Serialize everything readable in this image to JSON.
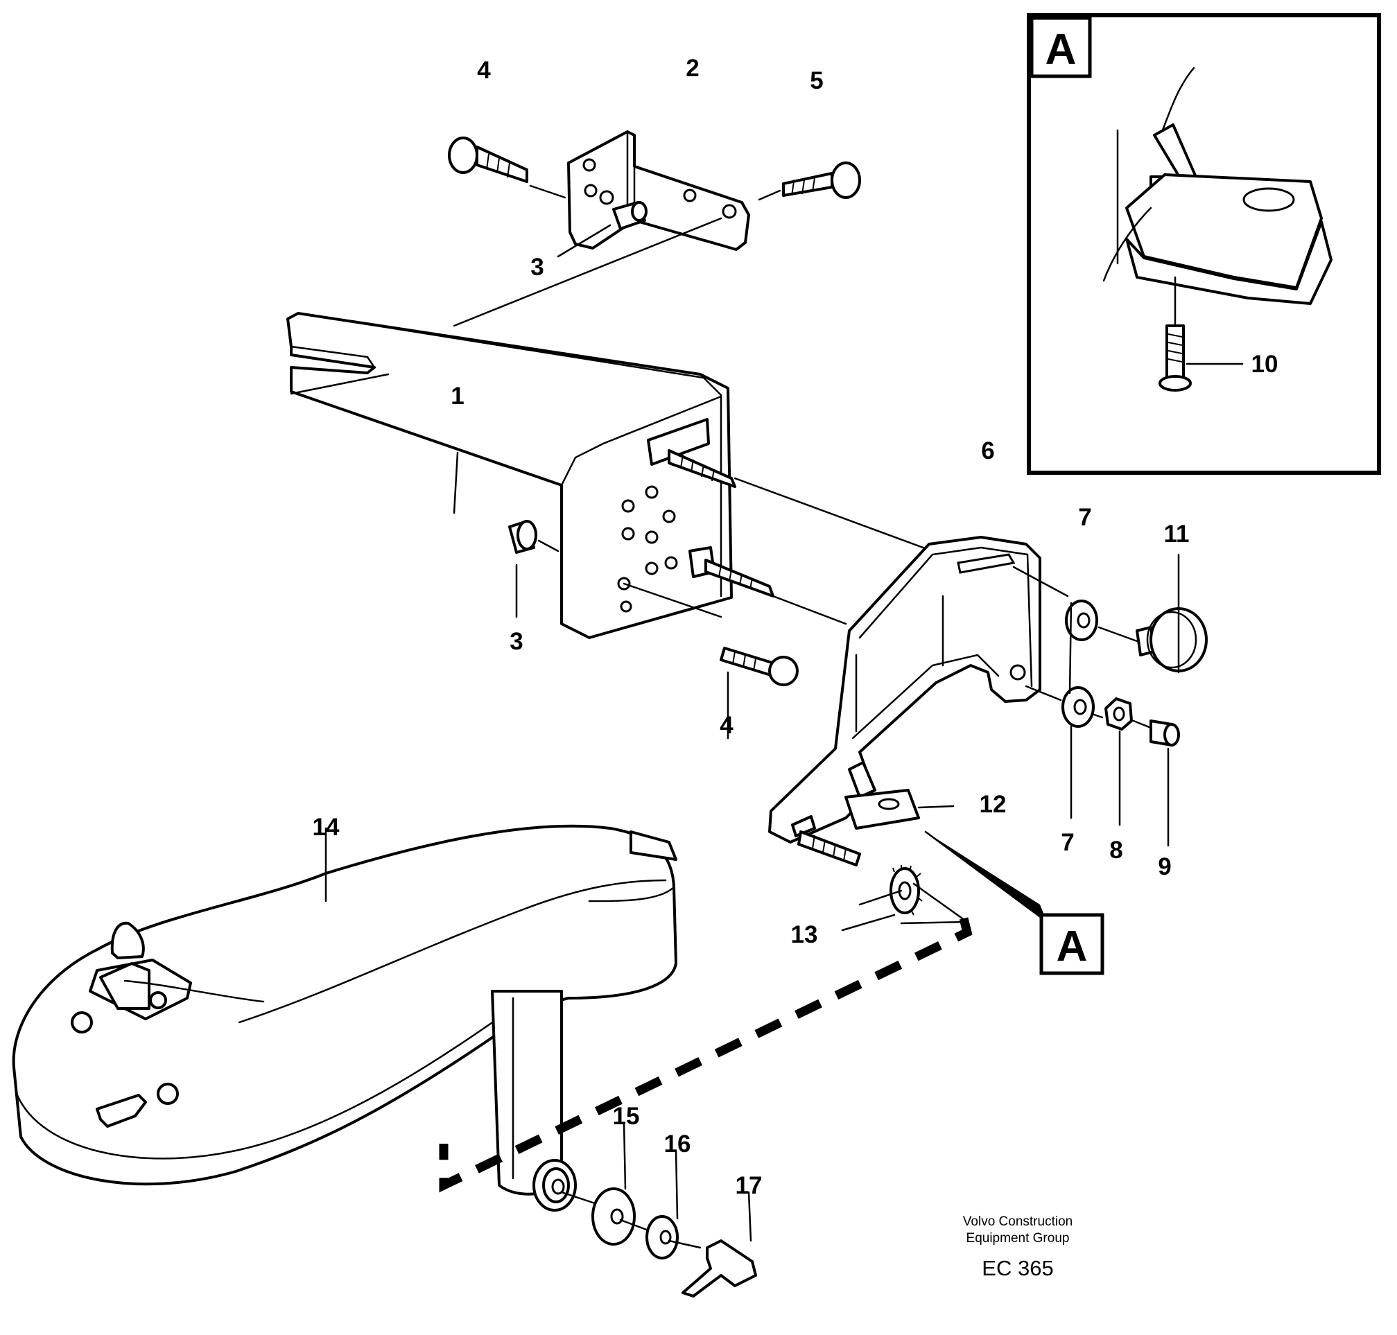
{
  "parts": [
    "1",
    "2",
    "3",
    "4",
    "5",
    "6",
    "7",
    "8",
    "9",
    "10",
    "11",
    "12",
    "13",
    "14",
    "15",
    "16",
    "17"
  ],
  "callout_letter": "A",
  "footer": {
    "line1": "Volvo Construction",
    "line2": "Equipment Group",
    "code": "EC 365"
  }
}
